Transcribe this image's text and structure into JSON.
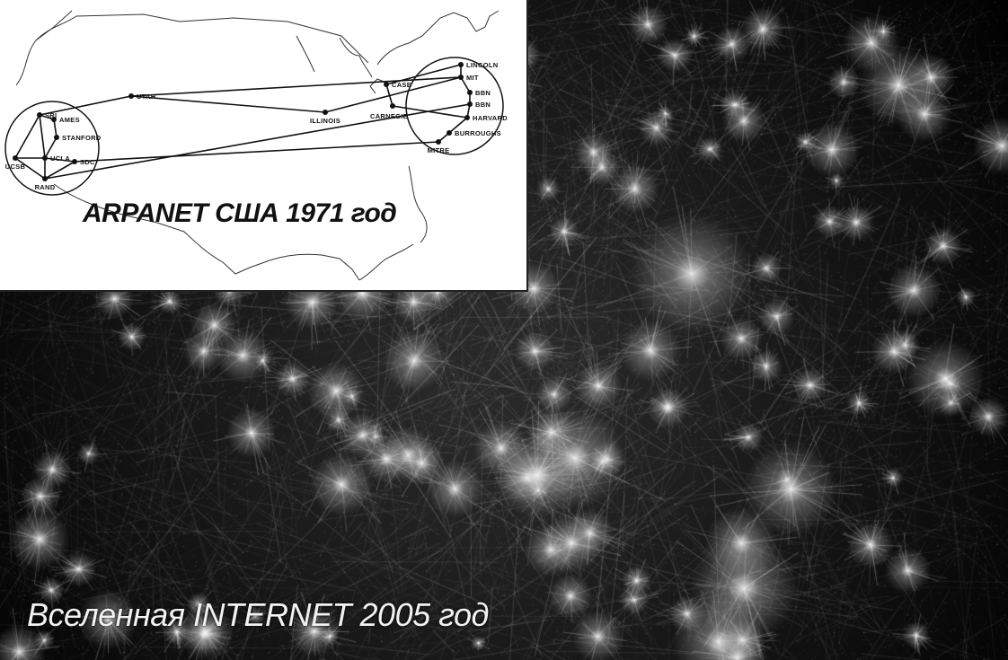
{
  "captions": {
    "arpanet": "ARPANET США 1971 год",
    "internet": "Вселенная INTERNET  2005 год"
  },
  "arpanet_map": {
    "nodes": [
      {
        "id": "sri",
        "label": "SRI"
      },
      {
        "id": "ames",
        "label": "AMES"
      },
      {
        "id": "stanford",
        "label": "STANFORD"
      },
      {
        "id": "ucla",
        "label": "UCLA"
      },
      {
        "id": "ucsb",
        "label": "UCSB"
      },
      {
        "id": "sdc",
        "label": "SDC"
      },
      {
        "id": "rand",
        "label": "RAND"
      },
      {
        "id": "utah",
        "label": "UTAH"
      },
      {
        "id": "illinois",
        "label": "ILLINOIS"
      },
      {
        "id": "case",
        "label": "CASE"
      },
      {
        "id": "carnegie",
        "label": "CARNEGIE"
      },
      {
        "id": "lincoln",
        "label": "LINCOLN"
      },
      {
        "id": "mit",
        "label": "MIT"
      },
      {
        "id": "bbn1",
        "label": "BBN"
      },
      {
        "id": "bbn2",
        "label": "BBN"
      },
      {
        "id": "harvard",
        "label": "HARVARD"
      },
      {
        "id": "burroughs",
        "label": "BURROUGHS"
      },
      {
        "id": "mitre",
        "label": "MITRE"
      }
    ],
    "links": [
      [
        "sri",
        "utah"
      ],
      [
        "sri",
        "ames"
      ],
      [
        "sri",
        "ucsb"
      ],
      [
        "sri",
        "ucla"
      ],
      [
        "ames",
        "stanford"
      ],
      [
        "stanford",
        "ucla"
      ],
      [
        "ucla",
        "ucsb"
      ],
      [
        "ucla",
        "rand"
      ],
      [
        "ucla",
        "sdc"
      ],
      [
        "sdc",
        "rand"
      ],
      [
        "ucsb",
        "rand"
      ],
      [
        "utah",
        "illinois"
      ],
      [
        "illinois",
        "mit"
      ],
      [
        "utah",
        "mit"
      ],
      [
        "case",
        "lincoln"
      ],
      [
        "case",
        "carnegie"
      ],
      [
        "carnegie",
        "harvard"
      ],
      [
        "lincoln",
        "mit"
      ],
      [
        "mit",
        "bbn1"
      ],
      [
        "bbn1",
        "bbn2"
      ],
      [
        "bbn2",
        "harvard"
      ],
      [
        "harvard",
        "burroughs"
      ],
      [
        "burroughs",
        "mitre"
      ],
      [
        "rand",
        "bbn2"
      ],
      [
        "sdc",
        "mitre"
      ]
    ]
  },
  "colors": {
    "network_background": "#050505",
    "network_strand": "#d8d8d8",
    "map_ink": "#111111",
    "map_background": "#ffffff"
  }
}
